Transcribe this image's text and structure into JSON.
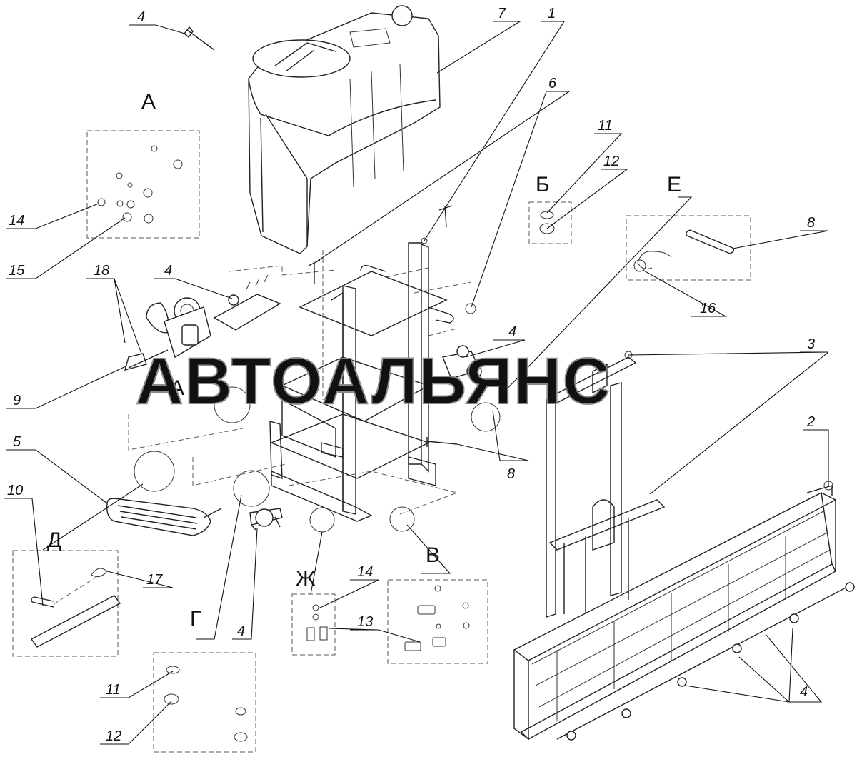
{
  "watermark": "АВТОАЛЬЯНС",
  "callouts": {
    "c4_top": "4",
    "c7": "7",
    "c1": "1",
    "c6": "6",
    "c11_top": "11",
    "c12_top": "12",
    "c14_left": "14",
    "c15": "15",
    "c18": "18",
    "c4_valve": "4",
    "c8_right": "8",
    "c16": "16",
    "c4_mid": "4",
    "c3": "3",
    "c9": "9",
    "c5": "5",
    "c2": "2",
    "c8_mid": "8",
    "c10": "10",
    "c17": "17",
    "c14_bottom": "14",
    "c13": "13",
    "c4_bottom": "4",
    "c4_nozzles": "4",
    "c11_bottom": "11",
    "c12_bottom": "12"
  },
  "view_letters": {
    "A_top": "А",
    "A_mid": "А",
    "B": "Б",
    "E": "Е",
    "V": "В",
    "D": "Д",
    "G": "Г",
    "Zh": "Ж"
  }
}
